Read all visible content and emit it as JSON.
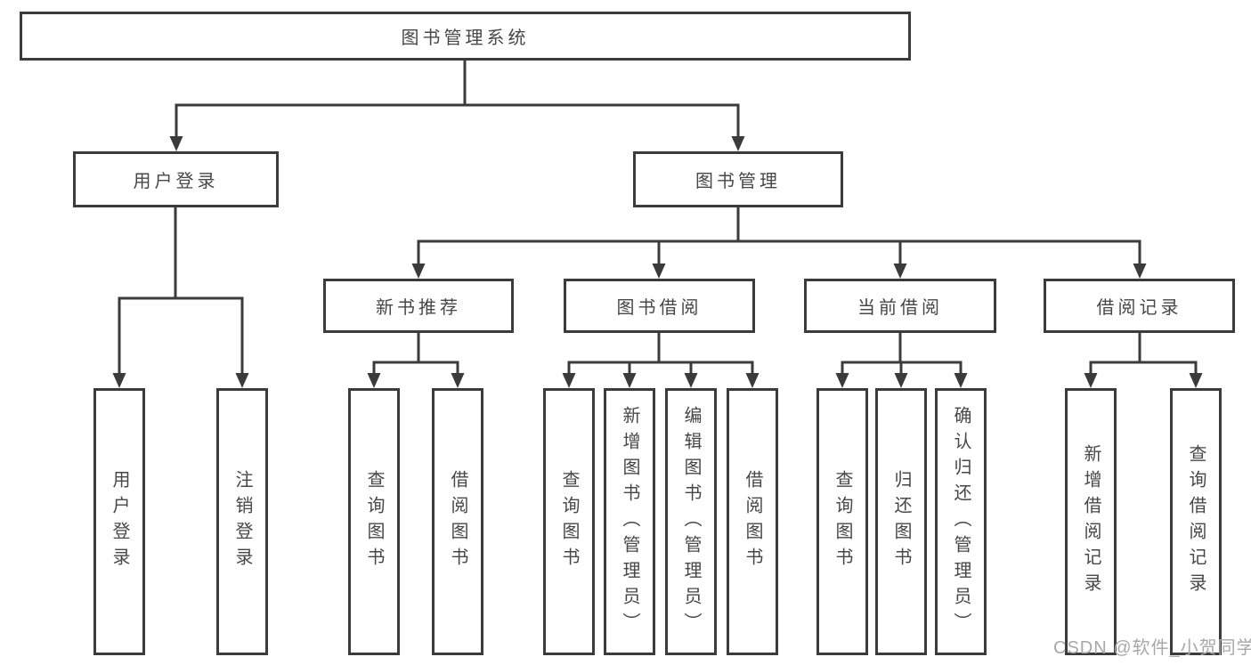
{
  "diagram": {
    "root_label": "图书管理系统",
    "level2": [
      {
        "label": "用户登录"
      },
      {
        "label": "图书管理"
      }
    ],
    "level3": [
      {
        "label": "新书推荐"
      },
      {
        "label": "图书借阅"
      },
      {
        "label": "当前借阅"
      },
      {
        "label": "借阅记录"
      }
    ],
    "leaves": {
      "user_login": [
        {
          "label": "用户登录"
        },
        {
          "label": "注销登录"
        }
      ],
      "new_book_recommend": [
        {
          "label": "查询图书"
        },
        {
          "label": "借阅图书"
        }
      ],
      "book_borrow": [
        {
          "label": "查询图书"
        },
        {
          "label": "新增图书（管理员）"
        },
        {
          "label": "编辑图书（管理员）"
        },
        {
          "label": "借阅图书"
        }
      ],
      "current_borrow": [
        {
          "label": "查询图书"
        },
        {
          "label": "归还图书"
        },
        {
          "label": "确认归还（管理员）"
        }
      ],
      "borrow_record": [
        {
          "label": "新增借阅记录"
        },
        {
          "label": "查询借阅记录"
        }
      ]
    },
    "watermark": "CSDN @软件_小贺同学",
    "colors": {
      "line": "#3b3b3b",
      "border": "#3b3b3b",
      "text": "#474747",
      "watermark": "#a8a8a8",
      "background": "#ffffff"
    }
  }
}
